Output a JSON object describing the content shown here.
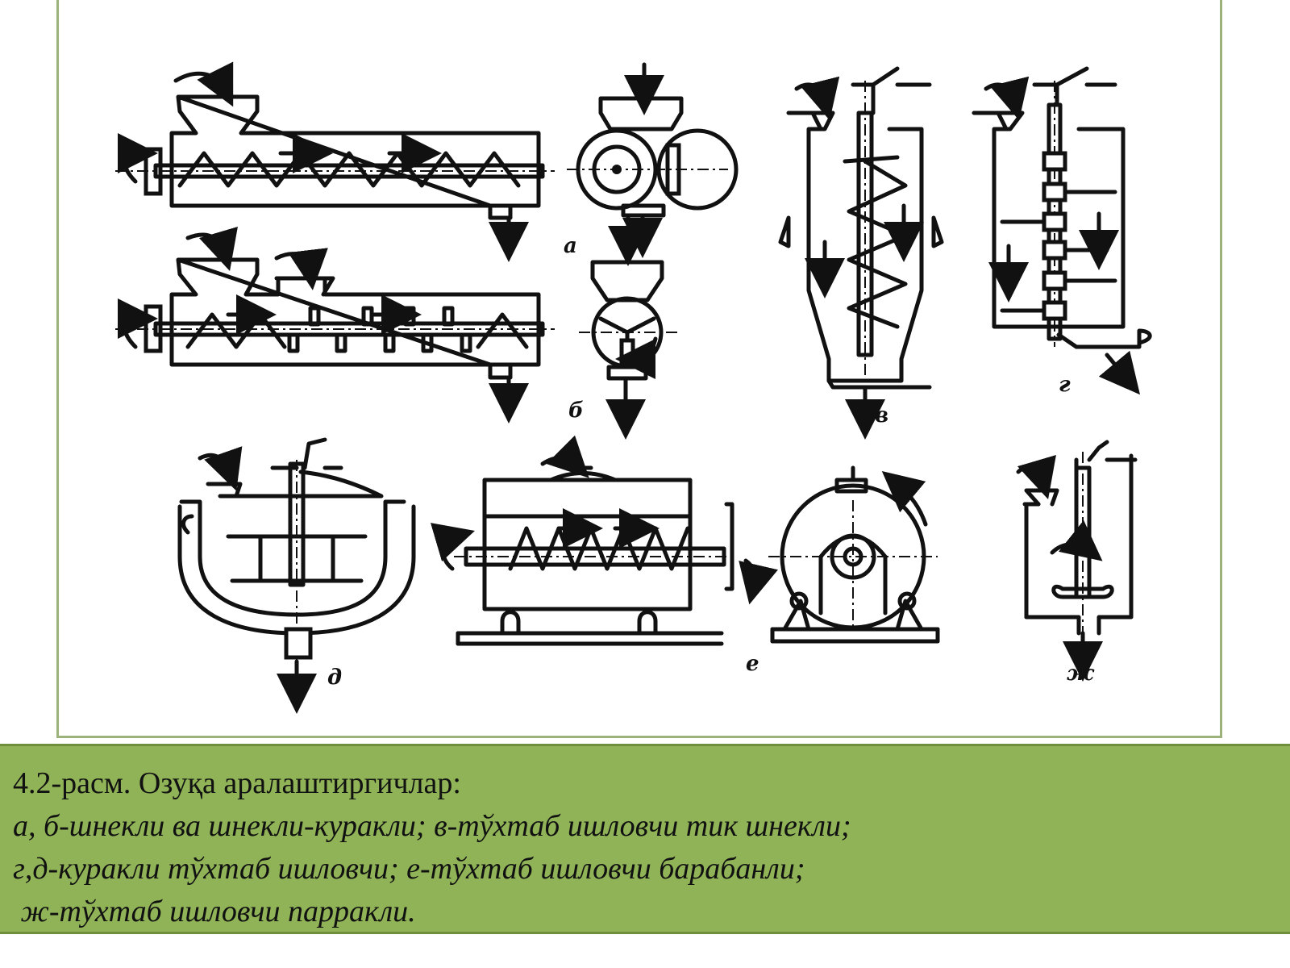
{
  "figure": {
    "panel_labels": {
      "a": "а",
      "b": "б",
      "v": "в",
      "g": "г",
      "d": "д",
      "e": "е",
      "zh": "ж"
    }
  },
  "caption": {
    "title": "4.2-расм. Озуқа аралаштиргичлар:",
    "lines": [
      "а, б-шнекли ва шнекли-куракли; в-тўхтаб ишловчи тик шнекли;",
      "г,д-куракли тўхтаб ишловчи; е-тўхтаб ишловчи барабанли;",
      " ж-тўхтаб ишловчи парракли."
    ]
  },
  "colors": {
    "caption_background": "#8fb356",
    "frame_border": "#9bb27a",
    "line": "#111111"
  }
}
